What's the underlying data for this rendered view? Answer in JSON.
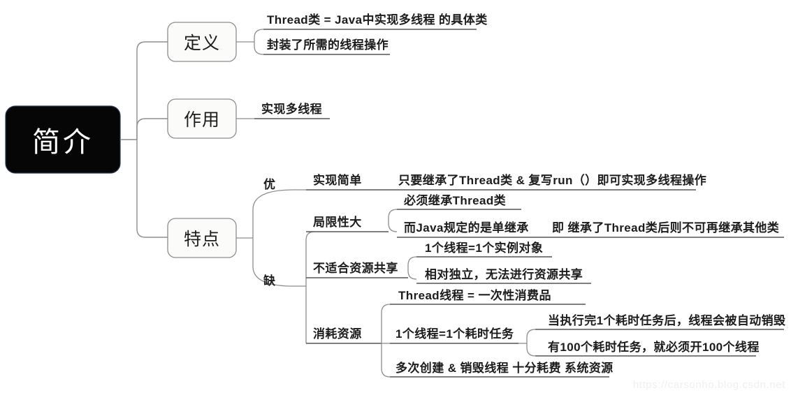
{
  "diagram": {
    "title": "简介",
    "watermark": "https://carsonho.blog.csdn.net",
    "colors": {
      "root_fill": "#060606",
      "root_text": "#ffffff",
      "node_fill": "#fbfbfa",
      "node_stroke": "#8d8d8d",
      "connector": "#8d8d8d",
      "underline": "#555555",
      "text": "#1c1c1c",
      "background": "#ffffff",
      "watermark": "#efefef"
    },
    "root": {
      "label": "简介"
    },
    "branches": [
      {
        "label": "定义",
        "children": [
          {
            "label": "Thread类 = Java中实现多线程 的具体类"
          },
          {
            "label": "封装了所需的线程操作"
          }
        ]
      },
      {
        "label": "作用",
        "children": [
          {
            "label": "实现多线程"
          }
        ]
      },
      {
        "label": "特点",
        "groups": [
          {
            "label": "优",
            "items": [
              {
                "label": "实现简单",
                "details": [
                  {
                    "label": "只要继承了Thread类 & 复写run（）即可实现多线程操作"
                  }
                ]
              }
            ]
          },
          {
            "label": "缺",
            "items": [
              {
                "label": "局限性大",
                "details": [
                  {
                    "label": "必须继承Thread类"
                  },
                  {
                    "label": "而Java规定的是单继承",
                    "note": "即 继承了Thread类后则不可再继承其他类"
                  }
                ]
              },
              {
                "label": "不适合资源共享",
                "details": [
                  {
                    "label": "1个线程=1个实例对象"
                  },
                  {
                    "label": "相对独立，无法进行资源共享"
                  }
                ]
              },
              {
                "label": "消耗资源",
                "details": [
                  {
                    "label": "Thread线程 = 一次性消费品"
                  },
                  {
                    "label": "1个线程=1个耗时任务",
                    "subdetails": [
                      {
                        "label": "当执行完1个耗时任务后，线程会被自动销毁"
                      },
                      {
                        "label": "有100个耗时任务，就必须开100个线程"
                      }
                    ]
                  },
                  {
                    "label": "多次创建 & 销毁线程 十分耗费 系统资源"
                  }
                ]
              }
            ]
          }
        ]
      }
    ]
  }
}
